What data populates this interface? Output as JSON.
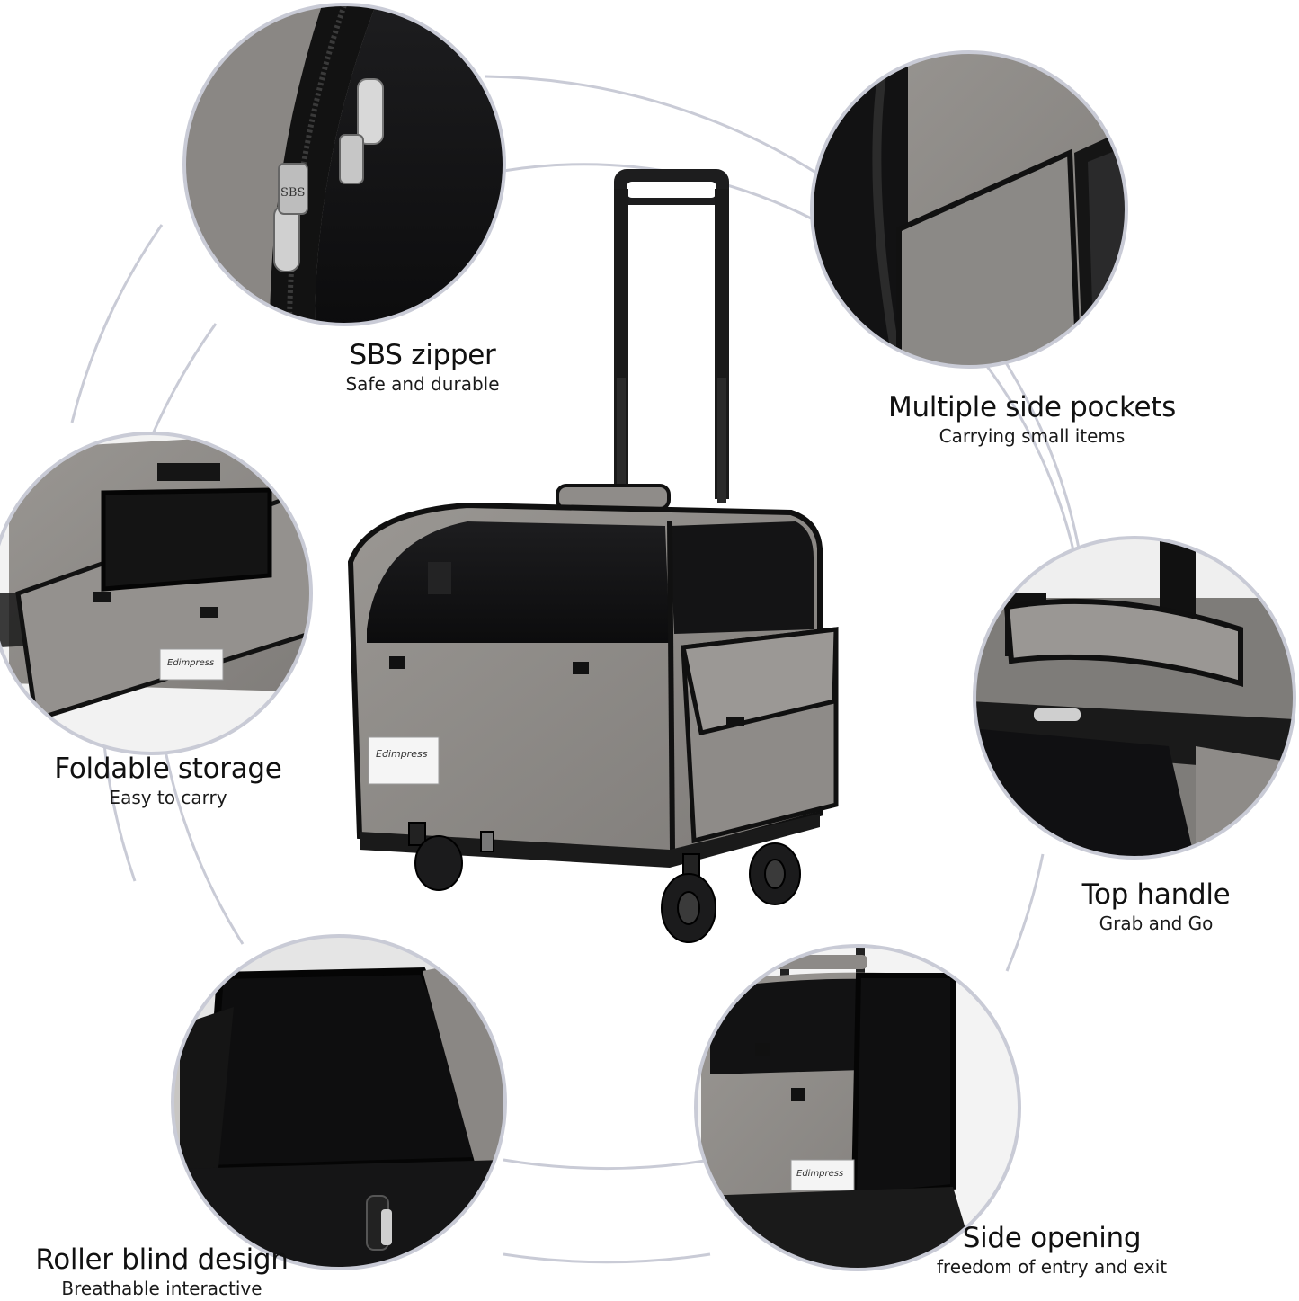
{
  "features": [
    {
      "title": "SBS zipper",
      "subtitle": "Safe and durable"
    },
    {
      "title": "Multiple side pockets",
      "subtitle": "Carrying small items"
    },
    {
      "title": "Foldable storage",
      "subtitle": "Easy to carry"
    },
    {
      "title": "Top handle",
      "subtitle": "Grab and Go"
    },
    {
      "title": "Roller blind design",
      "subtitle": "Breathable interactive"
    },
    {
      "title": "Side opening",
      "subtitle": "freedom of entry and exit"
    }
  ],
  "brand_label": "Edimpress",
  "zipper_mark": "SBS",
  "colors": {
    "fabric": "#8f8c89",
    "trim": "#161616",
    "ring": "#c9cbd6"
  }
}
